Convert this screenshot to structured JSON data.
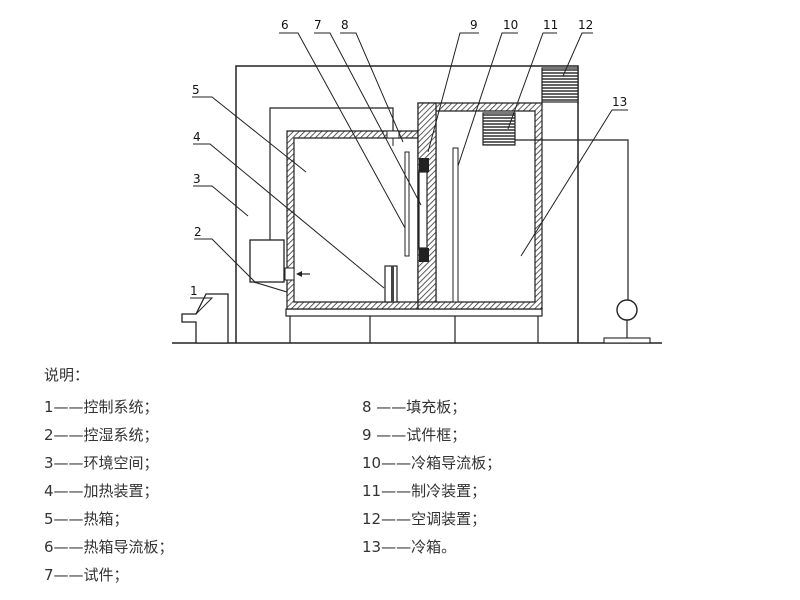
{
  "diagram": {
    "callout_numbers": [
      "1",
      "2",
      "3",
      "4",
      "5",
      "6",
      "7",
      "8",
      "9",
      "10",
      "11",
      "12",
      "13"
    ]
  },
  "legend": {
    "title": "说明：",
    "left_column": [
      "1——控制系统；",
      "2——控湿系统；",
      "3——环境空间；",
      "4——加热装置；",
      "5——热箱；",
      "6——热箱导流板；",
      "7——试件；"
    ],
    "right_column": [
      "8 ——填充板；",
      "9 ——试件框；",
      "10——冷箱导流板；",
      "11——制冷装置；",
      "12——空调装置；",
      "13——冷箱。"
    ]
  }
}
